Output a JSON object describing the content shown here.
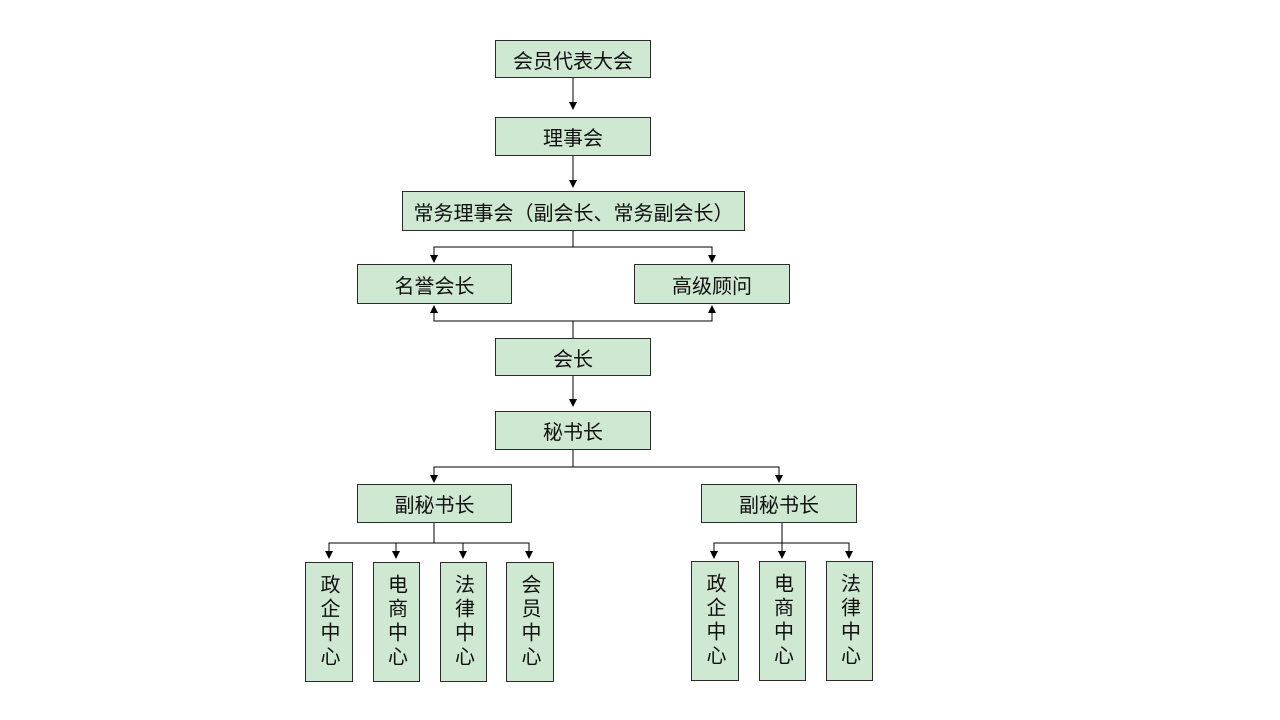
{
  "colors": {
    "box_fill": "#cfe8d2",
    "box_border": "#2b2b2b",
    "connector": "#000000"
  },
  "nodes": {
    "assembly": "会员代表大会",
    "council": "理事会",
    "standing_council": "常务理事会（副会长、常务副会长）",
    "honorary_president": "名誉会长",
    "senior_advisor": "高级顾问",
    "president": "会长",
    "secretary_general": "秘书长",
    "deputy_sg_left": "副秘书长",
    "deputy_sg_right": "副秘书长",
    "left_centers": [
      "政企中心",
      "电商中心",
      "法律中心",
      "会员中心"
    ],
    "right_centers": [
      "政企中心",
      "电商中心",
      "法律中心"
    ]
  }
}
